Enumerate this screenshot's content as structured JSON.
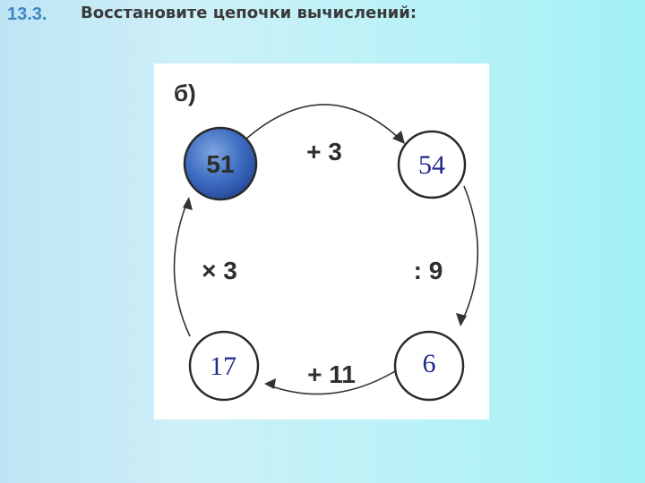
{
  "header": {
    "number": "13.3.",
    "instruction": "Восстановите цепочки вычислений:"
  },
  "diagram": {
    "part_label": "б)",
    "nodes": {
      "top_left": "51",
      "top_right": "54",
      "bottom_right": "6",
      "bottom_left": "17"
    },
    "operations": {
      "top": "+ 3",
      "right": ": 9",
      "bottom": "+ 11",
      "left": "× 3"
    },
    "colors": {
      "start_node_fill": "#3f6fc2",
      "answer_text": "#1e2a8c",
      "line": "#333333"
    }
  }
}
